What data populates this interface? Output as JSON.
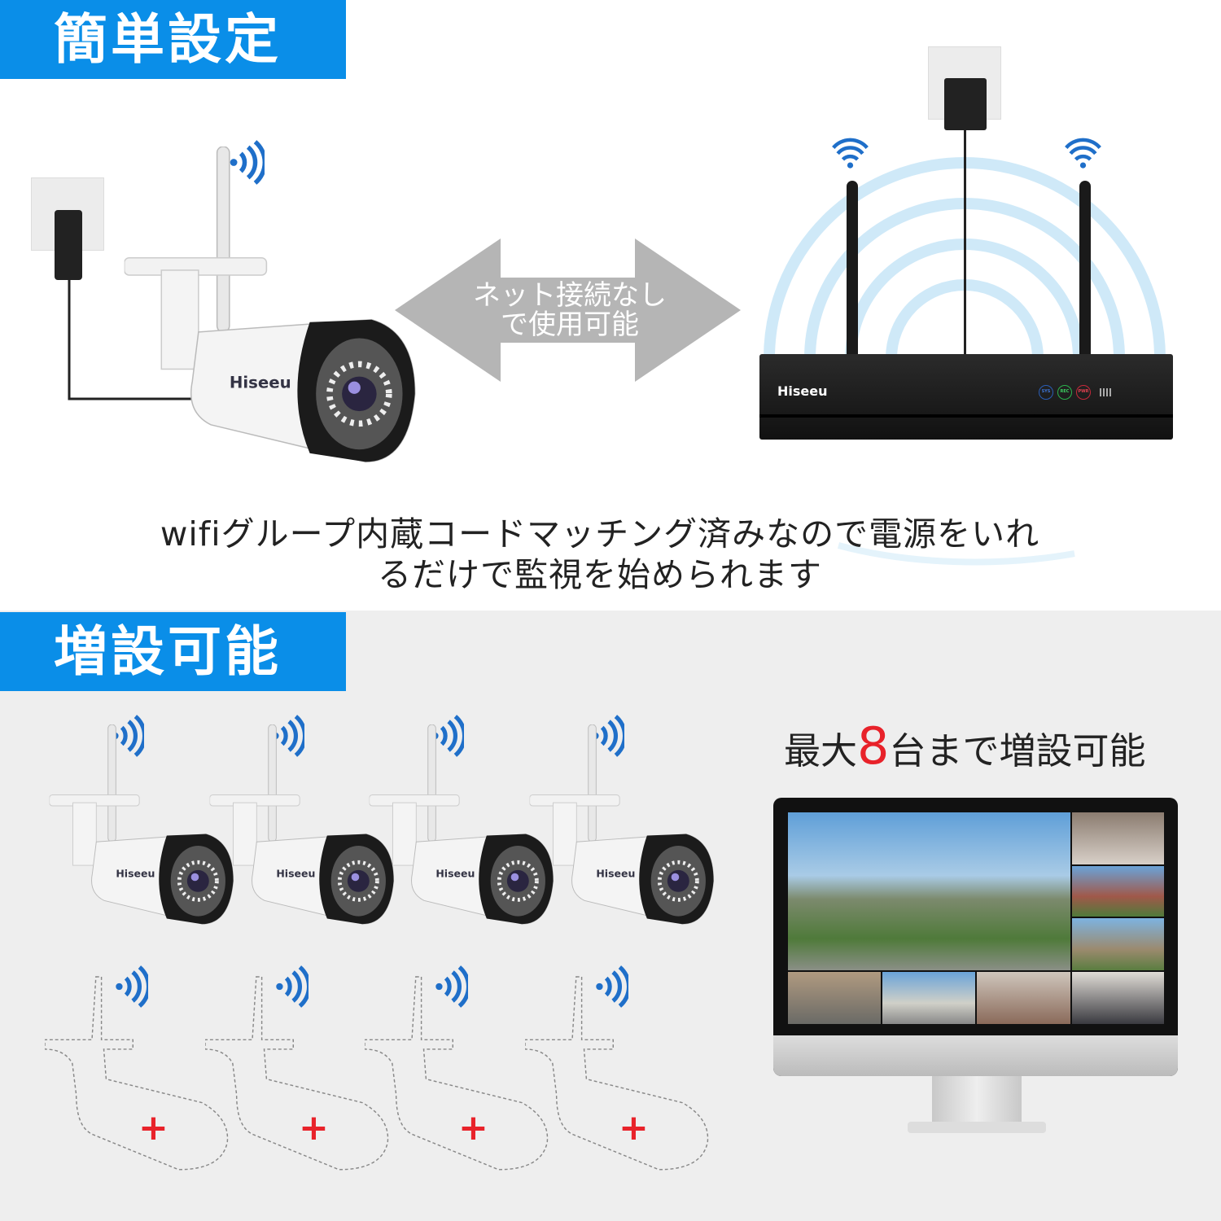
{
  "section1": {
    "title": "簡単設定"
  },
  "arrow": {
    "line1": "ネット接続なし",
    "line2": "で使用可能"
  },
  "camera": {
    "brand": "Hiseeu"
  },
  "nvr": {
    "brand": "Hiseeu",
    "indicators": [
      "SYS",
      "REC",
      "PWR"
    ],
    "indicator_colors": [
      "#2a5db5",
      "#2bb24c",
      "#c7283a"
    ]
  },
  "caption": {
    "line1": "wifiグループ内蔵コードマッチング済みなので電源をいれ",
    "line2": "るだけで監視を始められます"
  },
  "section2": {
    "title": "増設可能"
  },
  "expand": {
    "prefix": "最大",
    "number": "8",
    "suffix": "台まで増設可能",
    "number_color": "#e8222a"
  },
  "slots": {
    "add_symbol": "+"
  },
  "colors": {
    "accent": "#0a8ee8",
    "wifi": "#1f6fc9",
    "arrow": "#b5b5b5"
  }
}
